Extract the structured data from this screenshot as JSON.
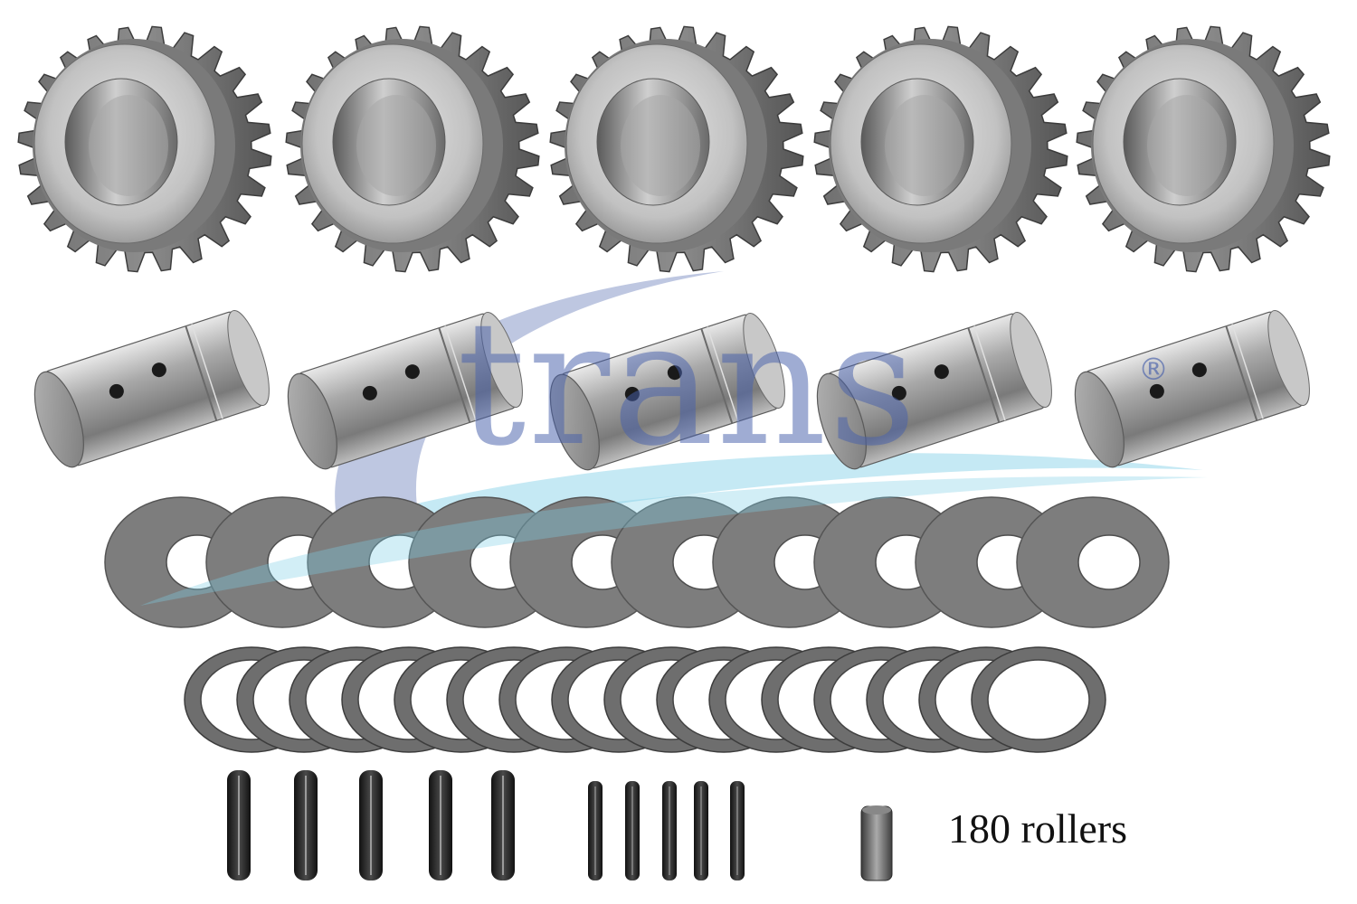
{
  "watermark": {
    "text": "trans",
    "registered_mark": "®",
    "color": "#465faa",
    "swoosh_color": "#7fcfe6"
  },
  "parts": {
    "gears": 5,
    "pins": 5,
    "large_washers": 10,
    "small_washers": 16,
    "large_spring_pins": 5,
    "small_spring_pins": 5
  },
  "caption": "180 rollers",
  "colors": {
    "steel_dark": "#4e4e4e",
    "steel_mid": "#8a8a8a",
    "steel_light": "#d4d4d4",
    "washer": "#7d7d7d"
  }
}
